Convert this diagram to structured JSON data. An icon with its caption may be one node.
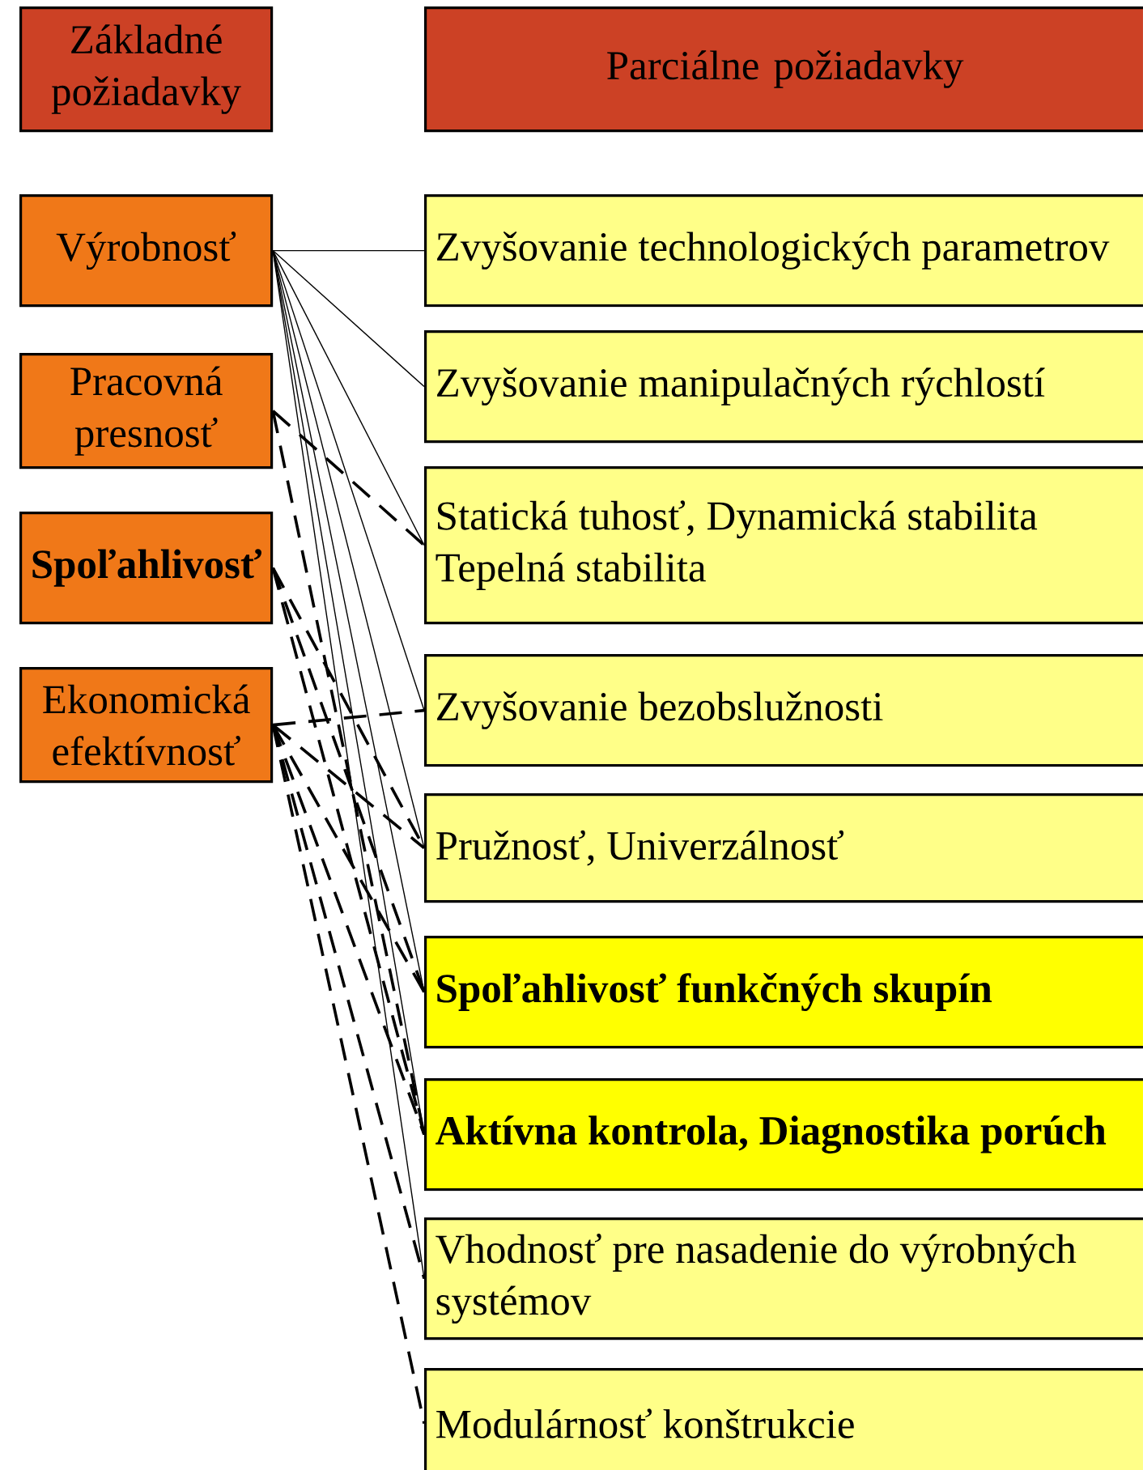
{
  "diagram": {
    "nodes": [
      {
        "text": [
          "Základné požiadavky"
        ]
      },
      {
        "text": [
          "Parciálne požiadavky"
        ]
      },
      {
        "text": [
          "Výrobnosť"
        ]
      },
      {
        "text": [
          "Pracovná presnosť"
        ]
      },
      {
        "text": [
          "Spoľahlivosť"
        ]
      },
      {
        "text": [
          "Ekonomická efektívnosť"
        ]
      },
      {
        "text": [
          "Zvyšovanie technologických parametrov"
        ]
      },
      {
        "text": [
          "Zvyšovanie manipulačných rýchlostí"
        ]
      },
      {
        "text": [
          "Statická tuhosť, Dynamická stabilita Tepelná stabilita"
        ]
      },
      {
        "text": [
          "Zvyšovanie bezobslužnosti"
        ]
      },
      {
        "text": [
          "Pružnosť, Univerzálnosť"
        ]
      },
      {
        "text": [
          "Spoľahlivosť funkčných skupín"
        ]
      },
      {
        "text": [
          "Aktívna kontrola, Diagnostika porúch"
        ]
      },
      {
        "text": [
          "Vhodnosť pre nasadenie do výrobných systémov"
        ]
      },
      {
        "text": [
          "Modulárnosť konštrukcie"
        ]
      }
    ],
    "edges": [
      {
        "from": 2,
        "to": 6,
        "arrow": "none"
      },
      {
        "from": 2,
        "to": 7,
        "arrow": "none"
      },
      {
        "from": 2,
        "to": 8,
        "arrow": "none"
      },
      {
        "from": 2,
        "to": 9,
        "arrow": "none"
      },
      {
        "from": 2,
        "to": 10,
        "arrow": "none"
      },
      {
        "from": 2,
        "to": 11,
        "arrow": "none"
      },
      {
        "from": 2,
        "to": 12,
        "arrow": "none"
      },
      {
        "from": 2,
        "to": 13,
        "arrow": "none"
      },
      {
        "from": 3,
        "to": 8,
        "arrow": "none",
        "style": "dashed"
      },
      {
        "from": 3,
        "to": 12,
        "arrow": "none",
        "style": "dashed"
      },
      {
        "from": 4,
        "to": 10,
        "arrow": "none",
        "style": "dashed"
      },
      {
        "from": 4,
        "to": 11,
        "arrow": "none",
        "style": "dashed"
      },
      {
        "from": 4,
        "to": 12,
        "arrow": "none",
        "style": "dashed"
      },
      {
        "from": 5,
        "to": 9,
        "arrow": "none",
        "style": "dashed"
      },
      {
        "from": 5,
        "to": 10,
        "arrow": "none",
        "style": "dashed"
      },
      {
        "from": 5,
        "to": 11,
        "arrow": "none",
        "style": "dashed"
      },
      {
        "from": 5,
        "to": 12,
        "arrow": "none",
        "style": "dashed"
      },
      {
        "from": 5,
        "to": 13,
        "arrow": "none",
        "style": "dashed"
      },
      {
        "from": 5,
        "to": 14,
        "arrow": "none",
        "style": "dashed"
      }
    ]
  }
}
